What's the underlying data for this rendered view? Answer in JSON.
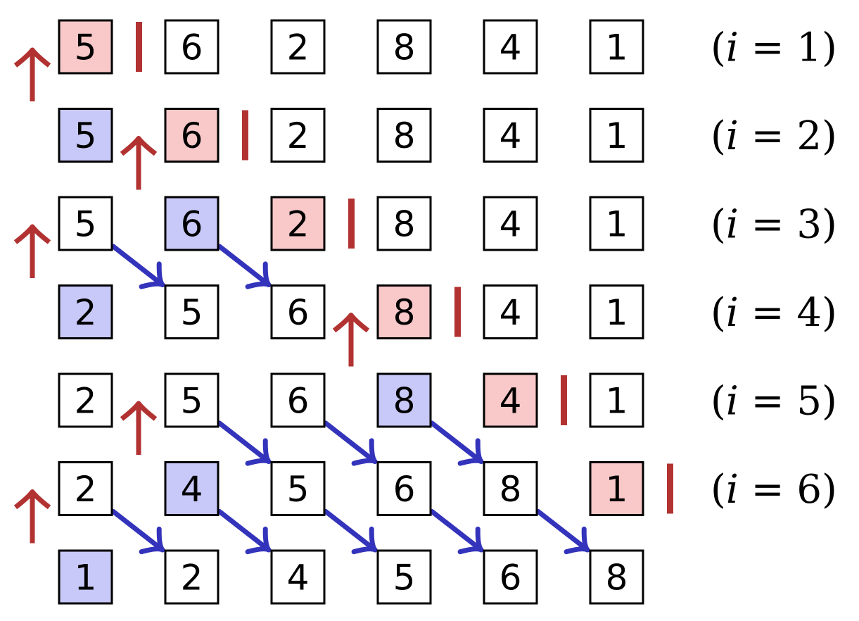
{
  "colors": {
    "key": "#f9c8c8",
    "insert_target": "#c8c8f9",
    "plain": "#ffffff",
    "shift_arrow": "#3333bb",
    "insert_arrow": "#b23232",
    "separator": "#b23232"
  },
  "rows": [
    {
      "values": [
        "5",
        "6",
        "2",
        "8",
        "4",
        "1"
      ],
      "roles": [
        "key",
        "plain",
        "plain",
        "plain",
        "plain",
        "plain"
      ],
      "label": {
        "open": "(",
        "var": "i",
        "eq": " = ",
        "num": "1",
        "close": ")"
      },
      "separator_after_col": 0,
      "insert_arrow_at_col": 0,
      "shift_arrow_cols": []
    },
    {
      "values": [
        "5",
        "6",
        "2",
        "8",
        "4",
        "1"
      ],
      "roles": [
        "insert_target",
        "key",
        "plain",
        "plain",
        "plain",
        "plain"
      ],
      "label": {
        "open": "(",
        "var": "i",
        "eq": " = ",
        "num": "2",
        "close": ")"
      },
      "separator_after_col": 1,
      "insert_arrow_at_col": 1,
      "shift_arrow_cols": []
    },
    {
      "values": [
        "5",
        "6",
        "2",
        "8",
        "4",
        "1"
      ],
      "roles": [
        "plain",
        "insert_target",
        "key",
        "plain",
        "plain",
        "plain"
      ],
      "label": {
        "open": "(",
        "var": "i",
        "eq": " = ",
        "num": "3",
        "close": ")"
      },
      "separator_after_col": 2,
      "insert_arrow_at_col": 0,
      "shift_arrow_cols": [
        0,
        1
      ]
    },
    {
      "values": [
        "2",
        "5",
        "6",
        "8",
        "4",
        "1"
      ],
      "roles": [
        "insert_target",
        "plain",
        "plain",
        "key",
        "plain",
        "plain"
      ],
      "label": {
        "open": "(",
        "var": "i",
        "eq": " = ",
        "num": "4",
        "close": ")"
      },
      "separator_after_col": 3,
      "insert_arrow_at_col": 3,
      "shift_arrow_cols": []
    },
    {
      "values": [
        "2",
        "5",
        "6",
        "8",
        "4",
        "1"
      ],
      "roles": [
        "plain",
        "plain",
        "plain",
        "insert_target",
        "key",
        "plain"
      ],
      "label": {
        "open": "(",
        "var": "i",
        "eq": " = ",
        "num": "5",
        "close": ")"
      },
      "separator_after_col": 4,
      "insert_arrow_at_col": 1,
      "shift_arrow_cols": [
        1,
        2,
        3
      ]
    },
    {
      "values": [
        "2",
        "4",
        "5",
        "6",
        "8",
        "1"
      ],
      "roles": [
        "plain",
        "insert_target",
        "plain",
        "plain",
        "plain",
        "key"
      ],
      "label": {
        "open": "(",
        "var": "i",
        "eq": " = ",
        "num": "6",
        "close": ")"
      },
      "separator_after_col": 5,
      "insert_arrow_at_col": 0,
      "shift_arrow_cols": [
        0,
        1,
        2,
        3,
        4
      ]
    },
    {
      "values": [
        "1",
        "2",
        "4",
        "5",
        "6",
        "8"
      ],
      "roles": [
        "insert_target",
        "plain",
        "plain",
        "plain",
        "plain",
        "plain"
      ],
      "label": null,
      "separator_after_col": null,
      "insert_arrow_at_col": null,
      "shift_arrow_cols": []
    }
  ]
}
